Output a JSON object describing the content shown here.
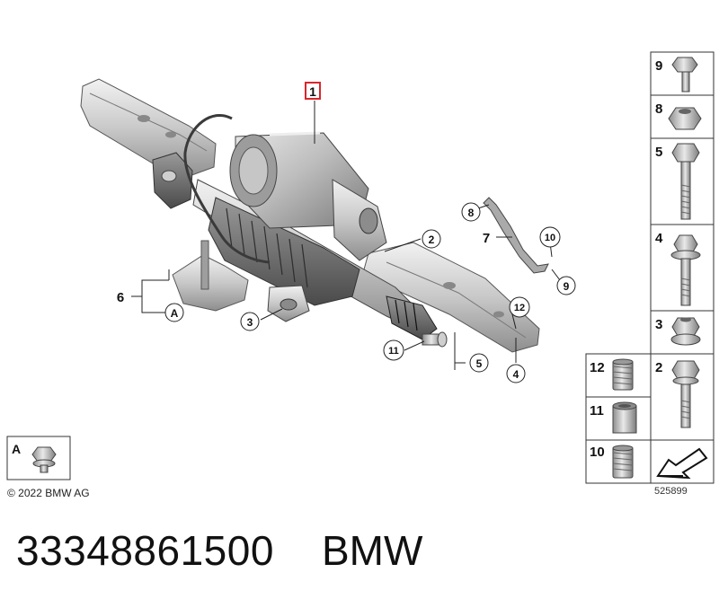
{
  "diagram": {
    "callouts": [
      {
        "id": "c1",
        "label": "1",
        "highlight": true
      },
      {
        "id": "c2",
        "label": "2"
      },
      {
        "id": "c3",
        "label": "3"
      },
      {
        "id": "c4",
        "label": "4"
      },
      {
        "id": "c5",
        "label": "5"
      },
      {
        "id": "c6",
        "label": "6"
      },
      {
        "id": "c7",
        "label": "7"
      },
      {
        "id": "c8",
        "label": "8"
      },
      {
        "id": "c9",
        "label": "9"
      },
      {
        "id": "c10",
        "label": "10"
      },
      {
        "id": "c11",
        "label": "11"
      },
      {
        "id": "c12",
        "label": "12"
      },
      {
        "id": "cA",
        "label": "A"
      }
    ],
    "legend_cells": [
      {
        "label": "9",
        "part": "flange bolt"
      },
      {
        "label": "8",
        "part": "nut"
      },
      {
        "label": "5",
        "part": "long bolt"
      },
      {
        "label": "4",
        "part": "bolt with washer"
      },
      {
        "label": "3",
        "part": "collar nut"
      },
      {
        "label": "2",
        "part": "long flange bolt"
      },
      {
        "label": "12",
        "part": "threaded insert"
      },
      {
        "label": "11",
        "part": "sleeve"
      },
      {
        "label": "10",
        "part": "threaded insert"
      },
      {
        "label": "A",
        "part": "bolt"
      }
    ],
    "highlight_color": "#d9262c",
    "copyright": "© 2022 BMW AG",
    "reference": "525899"
  },
  "footer": {
    "part_number": "33348861500",
    "brand": "BMW"
  }
}
